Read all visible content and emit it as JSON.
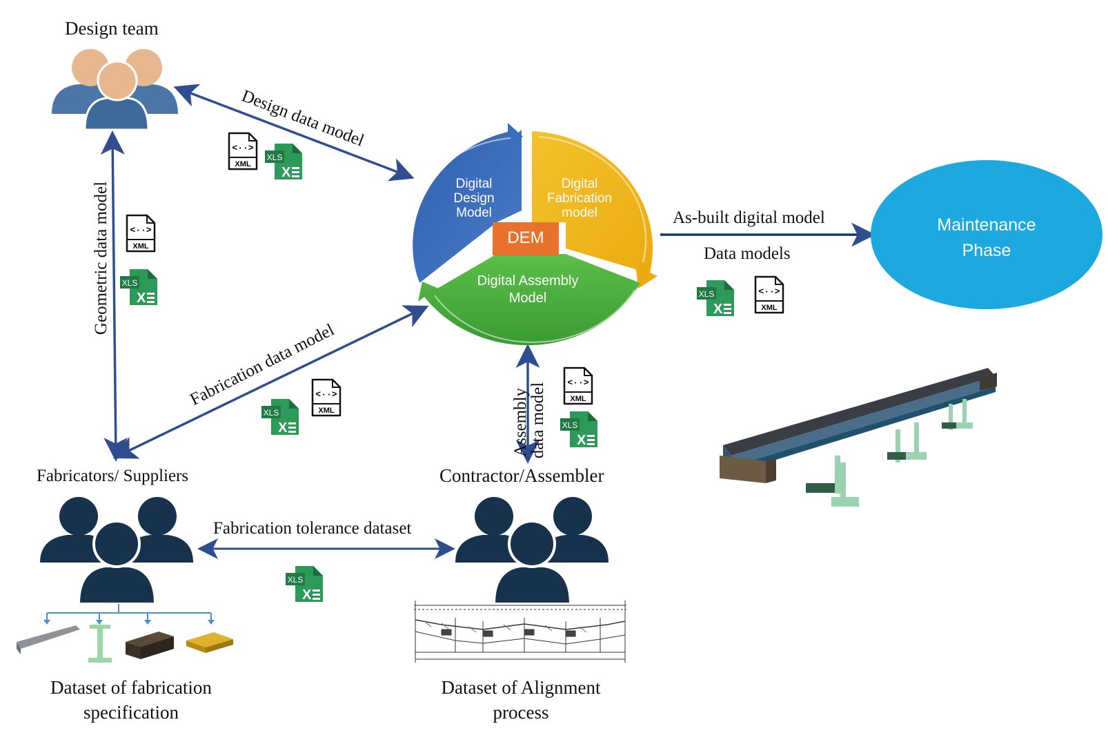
{
  "actors": {
    "design_team": "Design team",
    "fabricators": "Fabricators/ Suppliers",
    "contractor": "Contractor/Assembler"
  },
  "flows": {
    "design_data_model": "Design data model",
    "geometric_data_model": "Geometric data model",
    "fabrication_data_model": "Fabrication data model",
    "assembly_data_model_line1": "Assembly",
    "assembly_data_model_line2": "data model",
    "as_built_digital_model": "As-built digital model",
    "data_models": "Data models",
    "fabrication_tolerance_dataset": "Fabrication tolerance dataset"
  },
  "cycle": {
    "design_line1": "Digital",
    "design_line2": "Design",
    "design_line3": "Model",
    "fabrication_line1": "Digital",
    "fabrication_line2": "Fabrication",
    "fabrication_line3": "model",
    "assembly_line1": "Digital Assembly",
    "assembly_line2": "Model",
    "center": "DEM"
  },
  "maintenance": {
    "line1": "Maintenance",
    "line2": "Phase"
  },
  "datasets": {
    "fabrication_spec_line1": "Dataset of fabrication",
    "fabrication_spec_line2": "specification",
    "alignment_line1": "Dataset of Alignment",
    "alignment_line2": "process"
  },
  "file_icons": {
    "xml": "XML",
    "xls": "XLS"
  },
  "colors": {
    "arrow": "#2f4d8f",
    "design_segment": "#3e6bb8",
    "fabrication_segment": "#f2bc1b",
    "assembly_segment": "#4eab3f",
    "dem_box": "#e8722b",
    "maintenance": "#1ea8e0",
    "people_dark": "#17324d",
    "people_light": "#4a77a8",
    "skin": "#e7b88f",
    "excel_green": "#1f7a45"
  }
}
